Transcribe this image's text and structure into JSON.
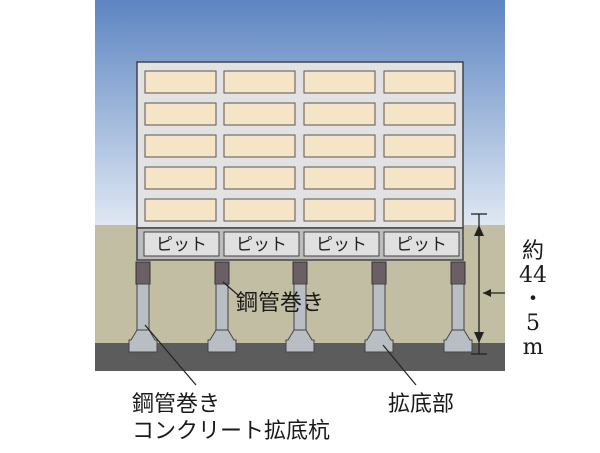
{
  "labels": {
    "pit": [
      "ピット",
      "ピット",
      "ピット",
      "ピット"
    ],
    "steel_wrap": "鋼管巻き",
    "pile_line1": "鋼管巻き",
    "pile_line2": "コンクリート拡底杭",
    "enlarged_base": "拡底部",
    "depth": [
      "約",
      "44",
      "・",
      "5",
      "m"
    ]
  },
  "colors": {
    "sky_top": "#5d85c2",
    "sky_bottom": "#dfe8f3",
    "ground": "#c2bea3",
    "bedrock": "#5c5c5c",
    "building": "#e2e2e2",
    "window": "#f5e4c6",
    "pit": "#d3d3d3",
    "pile": "#b8bec3",
    "steel_sleeve": "#6b5f66"
  },
  "icons": [
    "depth-dimension-arrow"
  ]
}
